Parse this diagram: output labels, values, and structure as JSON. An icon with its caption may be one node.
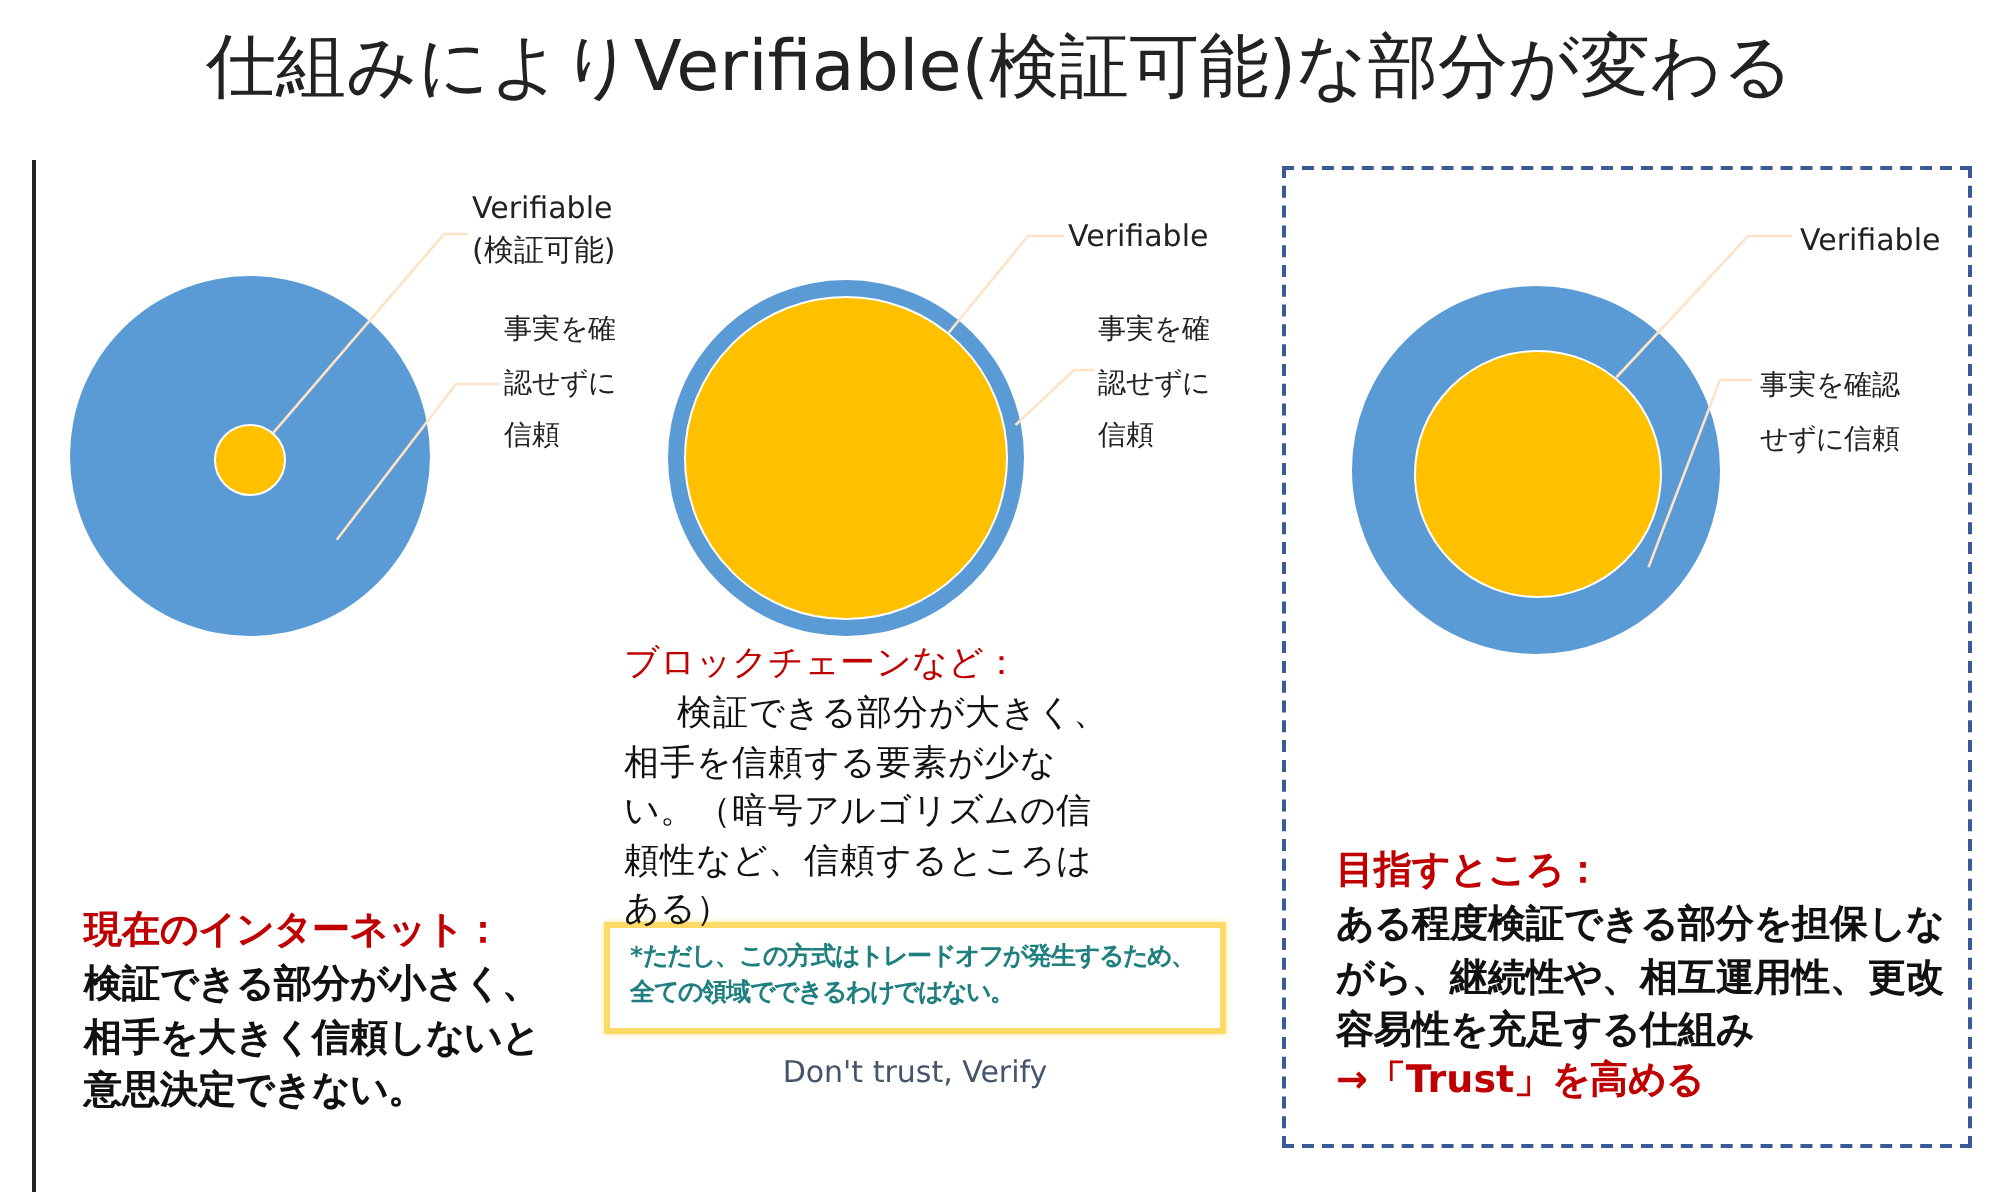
{
  "diagram": {
    "title": "仕組みによりVerifiable(検証可能)な部分が変わる",
    "nodes": [
      {
        "text": [],
        "shape": "circle"
      },
      {
        "text": [],
        "shape": "circle",
        "in": 0
      },
      {
        "text": [
          "Verifiable (検証可能)"
        ]
      },
      {
        "text": [
          "事実を確認せずに信頼"
        ]
      },
      {
        "text": [],
        "shape": "circle"
      },
      {
        "text": [],
        "shape": "circle",
        "in": 4
      },
      {
        "text": [
          "Verifiable"
        ]
      },
      {
        "text": [
          "事実を確認せずに信頼"
        ]
      },
      {
        "text": [],
        "shape": "box"
      },
      {
        "text": [],
        "shape": "circle",
        "in": 8
      },
      {
        "text": [],
        "shape": "circle",
        "in": 9
      },
      {
        "text": [
          "Verifiable"
        ],
        "in": 8
      },
      {
        "text": [
          "事実を確認せずに信頼"
        ],
        "in": 8
      },
      {
        "text": [
          "*ただし、この方式はトレードオフが発生するため、全ての領域でできるわけではない。"
        ]
      }
    ],
    "edges": [
      {
        "from": 2,
        "to": 1,
        "arrow": "none"
      },
      {
        "from": 3,
        "to": 0,
        "arrow": "none"
      },
      {
        "from": 6,
        "to": 5,
        "arrow": "none"
      },
      {
        "from": 7,
        "to": 4,
        "arrow": "none"
      },
      {
        "from": 11,
        "to": 10,
        "arrow": "none"
      },
      {
        "from": 12,
        "to": 9,
        "arrow": "none"
      }
    ],
    "labels": [
      "ブロックチェーンなど：",
      "検証できる部分が大きく、相手を信頼する要素が少ない。（暗号アルゴリズムの信頼性など、信頼するところはある）",
      "Don't trust, Verify",
      "現在のインターネット：",
      "検証できる部分が小さく、相手を大きく信頼しないと意思決定できない。",
      "目指すところ：",
      "ある程度検証できる部分を担保しながら、継続性や、相互運用性、更改容易性を充足する仕組み",
      "→「Trust」を高める"
    ]
  }
}
